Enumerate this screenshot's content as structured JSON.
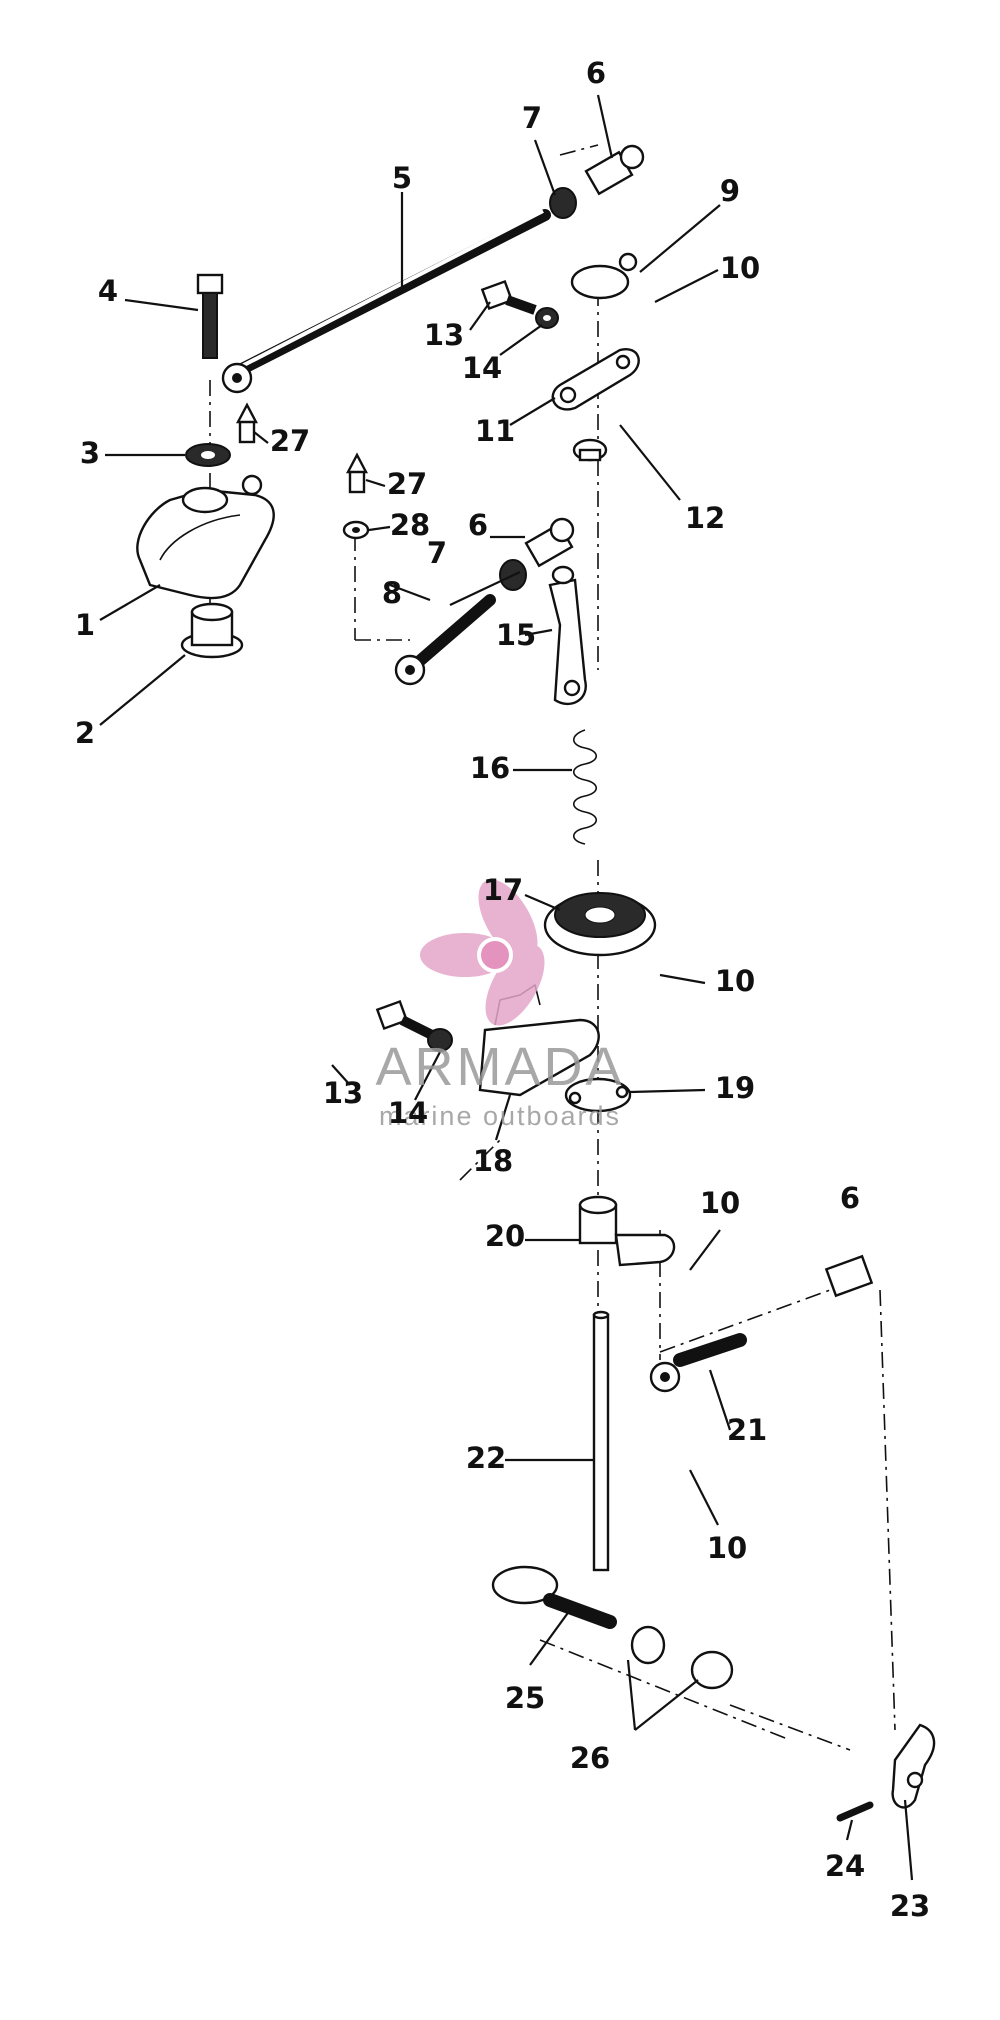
{
  "diagram": {
    "callouts": [
      {
        "id": "c1",
        "label": "1"
      },
      {
        "id": "c2",
        "label": "2"
      },
      {
        "id": "c3",
        "label": "3"
      },
      {
        "id": "c4",
        "label": "4"
      },
      {
        "id": "c5",
        "label": "5"
      },
      {
        "id": "c6a",
        "label": "6"
      },
      {
        "id": "c6b",
        "label": "6"
      },
      {
        "id": "c6c",
        "label": "6"
      },
      {
        "id": "c7a",
        "label": "7"
      },
      {
        "id": "c7b",
        "label": "7"
      },
      {
        "id": "c8",
        "label": "8"
      },
      {
        "id": "c9",
        "label": "9"
      },
      {
        "id": "c10a",
        "label": "10"
      },
      {
        "id": "c10b",
        "label": "10"
      },
      {
        "id": "c10c",
        "label": "10"
      },
      {
        "id": "c10d",
        "label": "10"
      },
      {
        "id": "c11",
        "label": "11"
      },
      {
        "id": "c12",
        "label": "12"
      },
      {
        "id": "c13a",
        "label": "13"
      },
      {
        "id": "c13b",
        "label": "13"
      },
      {
        "id": "c14a",
        "label": "14"
      },
      {
        "id": "c14b",
        "label": "14"
      },
      {
        "id": "c15",
        "label": "15"
      },
      {
        "id": "c16",
        "label": "16"
      },
      {
        "id": "c17",
        "label": "17"
      },
      {
        "id": "c18",
        "label": "18"
      },
      {
        "id": "c19",
        "label": "19"
      },
      {
        "id": "c20",
        "label": "20"
      },
      {
        "id": "c21",
        "label": "21"
      },
      {
        "id": "c22",
        "label": "22"
      },
      {
        "id": "c23",
        "label": "23"
      },
      {
        "id": "c24",
        "label": "24"
      },
      {
        "id": "c25",
        "label": "25"
      },
      {
        "id": "c26",
        "label": "26"
      },
      {
        "id": "c27a",
        "label": "27"
      },
      {
        "id": "c27b",
        "label": "27"
      },
      {
        "id": "c28",
        "label": "28"
      }
    ]
  },
  "watermark": {
    "brand": "ARMADA",
    "tagline": "marine outboards",
    "accent_color": "#e3a6c8"
  }
}
